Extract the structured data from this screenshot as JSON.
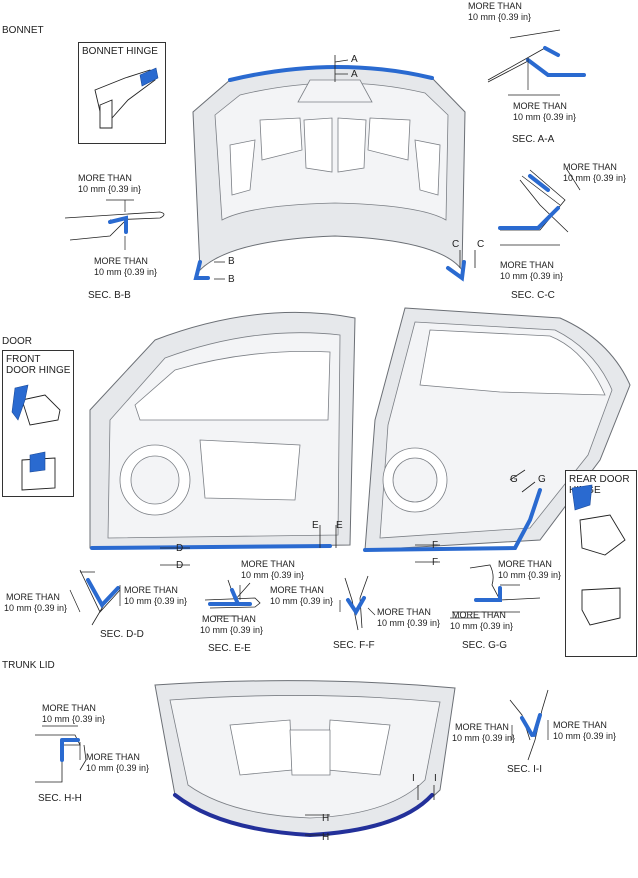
{
  "sections": {
    "bonnet": "BONNET",
    "door": "DOOR",
    "trunk": "TRUNK LID"
  },
  "boxes": {
    "bonnet_hinge": "BONNET HINGE",
    "front_door_hinge": "FRONT\nDOOR HINGE",
    "rear_door_hinge": "REAR DOOR\nHINGE"
  },
  "dim_text": {
    "more_than": "MORE THAN",
    "value": "10 mm {0.39 in}"
  },
  "section_labels": {
    "aa": "SEC. A-A",
    "bb": "SEC. B-B",
    "cc": "SEC. C-C",
    "dd": "SEC. D-D",
    "ee": "SEC. E-E",
    "ff": "SEC. F-F",
    "gg": "SEC. G-G",
    "hh": "SEC. H-H",
    "ii": "SEC. I-I"
  },
  "markers": {
    "a": "A",
    "b": "B",
    "c": "C",
    "d": "D",
    "e": "E",
    "f": "F",
    "g": "G",
    "h": "H",
    "i": "I"
  },
  "colors": {
    "seal": "#2a6ad0",
    "seal_dark": "#23309a",
    "panel": "#e6e8eb",
    "outline": "#222222"
  }
}
